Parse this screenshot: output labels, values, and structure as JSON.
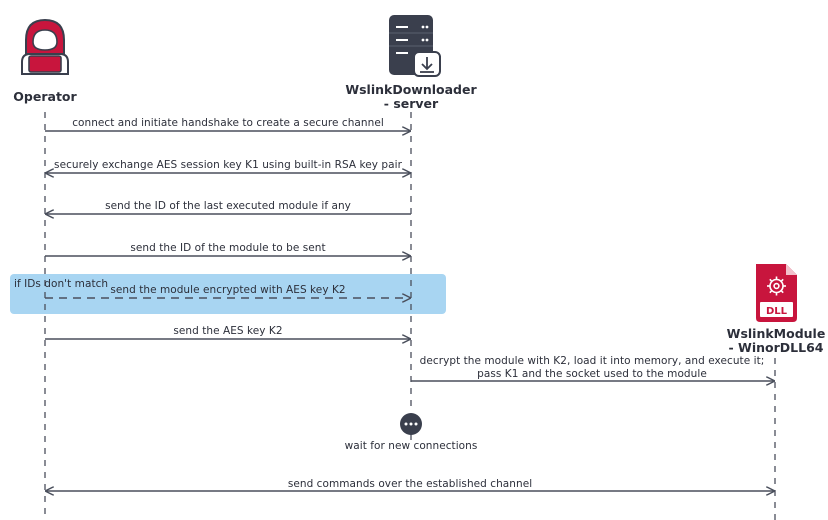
{
  "actors": {
    "operator": {
      "label": "Operator"
    },
    "server": {
      "label_line1": "WslinkDownloader",
      "label_line2": "- server"
    },
    "module": {
      "label_line1": "WslinkModule",
      "label_line2": "- WinorDLL64",
      "icon_text": "DLL"
    }
  },
  "messages": [
    {
      "text": "connect and initiate handshake to create a secure channel",
      "from": "operator",
      "to": "server",
      "style": "solid"
    },
    {
      "text": "securely exchange AES session key K1 using built-in RSA key pair",
      "from": "operator",
      "to": "server",
      "style": "solid-both"
    },
    {
      "text": "send the ID of the last executed module if any",
      "from": "server",
      "to": "operator",
      "style": "solid"
    },
    {
      "text": "send the ID of the module to be sent",
      "from": "operator",
      "to": "server",
      "style": "solid"
    },
    {
      "text": "send the module encrypted with AES key K2",
      "from": "operator",
      "to": "server",
      "style": "dashed"
    },
    {
      "text": "send the AES key K2",
      "from": "operator",
      "to": "server",
      "style": "solid"
    },
    {
      "text": "decrypt the module with K2, load it into memory, and execute it;",
      "text2": "pass K1 and the socket used to the module",
      "from": "server",
      "to": "module",
      "style": "solid"
    },
    {
      "text": "send commands over the established channel",
      "from": "operator",
      "to": "module",
      "style": "solid-both"
    }
  ],
  "condition_label": "if IDs don't match",
  "wait_label": "wait for new connections",
  "icons": {
    "operator": "hacker-icon",
    "server": "server-download-icon",
    "module": "dll-gear-icon",
    "wait": "ellipsis-icon"
  },
  "colors": {
    "line": "#4a4f5c",
    "highlight": "#a8d5f2",
    "accent": "#c8153d",
    "server": "#3a3f4d"
  }
}
